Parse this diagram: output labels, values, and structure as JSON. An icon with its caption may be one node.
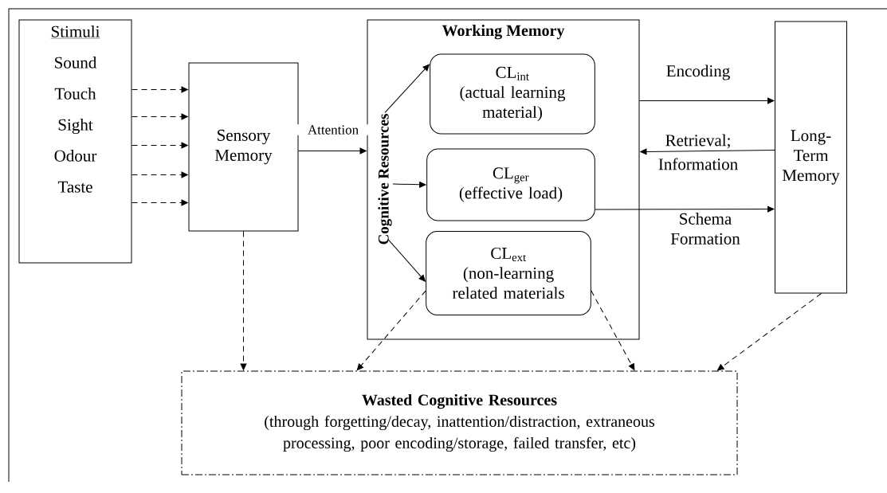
{
  "diagram": {
    "nodes": [
      {
        "text": [
          "Stimuli",
          "Sound",
          "Touch",
          "Sight",
          "Odour",
          "Taste"
        ]
      },
      {
        "text": [
          "Sensory Memory"
        ]
      },
      {
        "text": [
          "Working Memory"
        ]
      },
      {
        "text": [
          "Cognitive Resources"
        ],
        "in": 2
      },
      {
        "text": [
          "CL$_{int}$",
          "(actual learning material)"
        ],
        "in": 2
      },
      {
        "text": [
          "CL$_{ger}$",
          "(effective load)"
        ],
        "in": 2
      },
      {
        "text": [
          "CL$_{ext}$",
          "(non-learning related materials"
        ],
        "in": 2
      },
      {
        "text": [
          "Long-Term Memory"
        ]
      },
      {
        "text": [
          "Wasted Cognitive Resources",
          "(through forgetting/decay, inattention/distraction, extraneous processing, poor encoding/storage, failed transfer, etc)"
        ]
      }
    ],
    "edges": [
      {
        "from": 0,
        "to": 1,
        "arrow": "to",
        "style": "dashed"
      },
      {
        "from": 0,
        "to": 1,
        "arrow": "to",
        "style": "dashed"
      },
      {
        "from": 0,
        "to": 1,
        "arrow": "to",
        "style": "dashed"
      },
      {
        "from": 0,
        "to": 1,
        "arrow": "to",
        "style": "dashed"
      },
      {
        "from": 0,
        "to": 1,
        "arrow": "to",
        "style": "dashed"
      },
      {
        "from": 1,
        "to": 2,
        "arrow": "to",
        "label": "Attention"
      },
      {
        "from": 3,
        "to": 4,
        "arrow": "to"
      },
      {
        "from": 3,
        "to": 5,
        "arrow": "to"
      },
      {
        "from": 3,
        "to": 6,
        "arrow": "to"
      },
      {
        "from": 2,
        "to": 7,
        "arrow": "to",
        "label": "Encoding"
      },
      {
        "from": 7,
        "to": 2,
        "arrow": "to",
        "label": "Retrieval; Information"
      },
      {
        "from": 5,
        "to": 7,
        "arrow": "to",
        "label": "Schema Formation"
      },
      {
        "from": 1,
        "to": 8,
        "arrow": "to",
        "style": "dashed"
      },
      {
        "from": 6,
        "to": 8,
        "arrow": "to",
        "style": "dashed"
      },
      {
        "from": 6,
        "to": 8,
        "arrow": "to",
        "style": "dashed"
      },
      {
        "from": 7,
        "to": 8,
        "arrow": "to",
        "style": "dashed"
      }
    ]
  }
}
